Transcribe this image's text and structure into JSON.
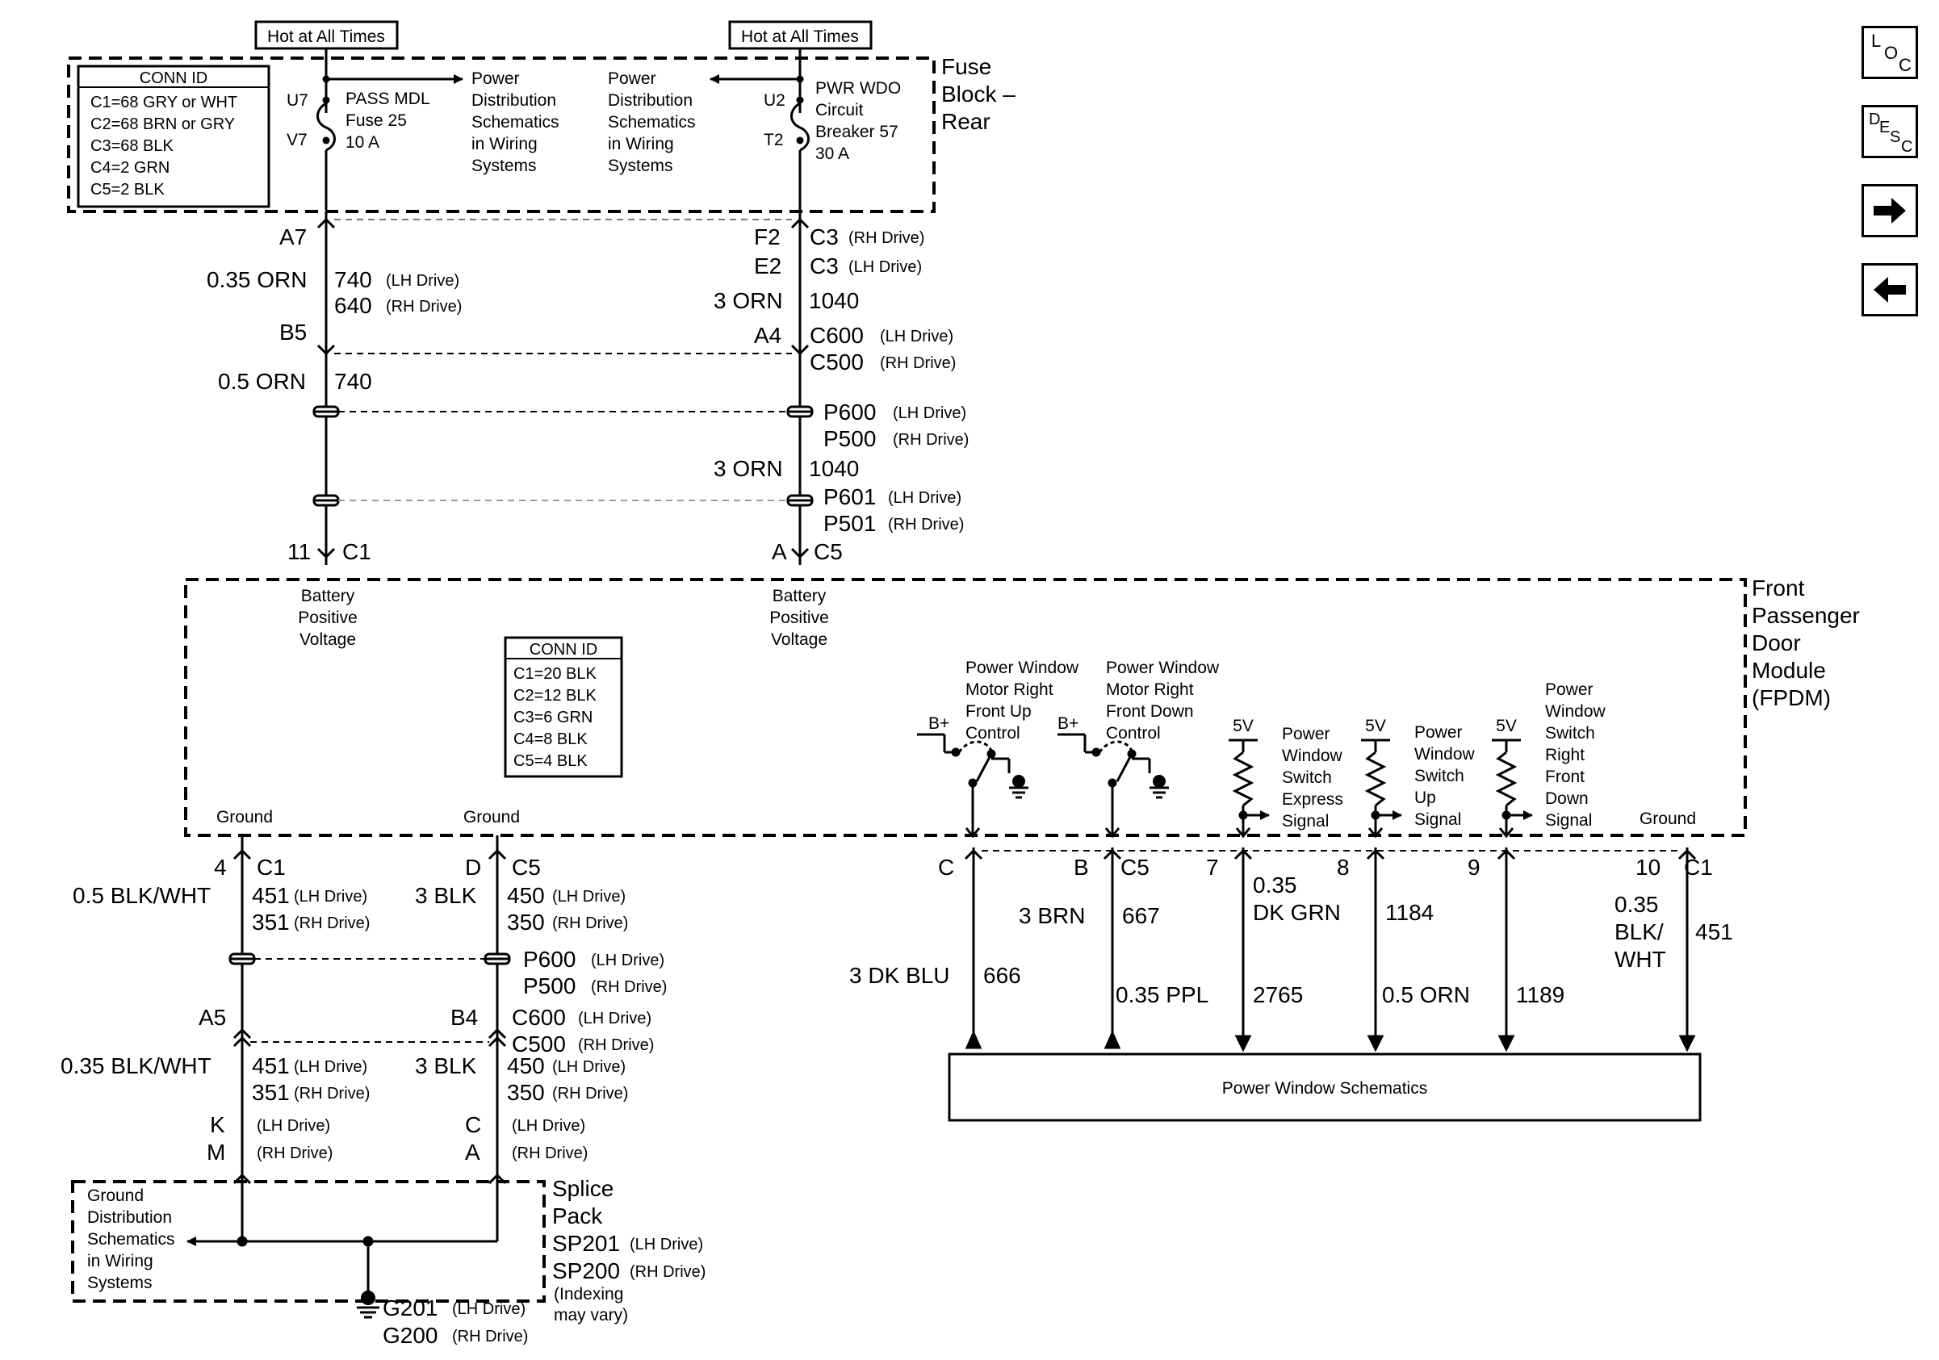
{
  "nav": {
    "loc": "LOC",
    "desc": "DESC"
  },
  "fuse_block": {
    "title": [
      "Fuse",
      "Block –",
      "Rear"
    ],
    "hot1": "Hot at All Times",
    "hot2": "Hot at All Times",
    "conn_id": {
      "title": "CONN ID",
      "items": [
        "C1=68 GRY or WHT",
        "C2=68 BRN or GRY",
        "C3=68 BLK",
        "C4=2 GRN",
        "C5=2 BLK"
      ]
    },
    "left_fuse": {
      "top_pin": "U7",
      "bottom_pin": "V7",
      "lines": [
        "PASS MDL",
        "Fuse 25",
        "10 A"
      ]
    },
    "right_fuse": {
      "top_pin": "U2",
      "bottom_pin": "T2",
      "lines": [
        "PWR WDO",
        "Circuit",
        "Breaker 57",
        "30 A"
      ]
    },
    "pds_left": [
      "Power",
      "Distribution",
      "Schematics",
      "in Wiring",
      "Systems"
    ],
    "pds_right": [
      "Power",
      "Distribution",
      "Schematics",
      "in Wiring",
      "Systems"
    ]
  },
  "upper_left": {
    "pin_a7": "A7",
    "wire1": "0.35 ORN",
    "circ1": "740",
    "circ1_note": "(LH Drive)",
    "circ1b": "640",
    "circ1b_note": "(RH Drive)",
    "pin_b5": "B5",
    "wire2": "0.5 ORN",
    "circ2": "740",
    "pin_11": "11",
    "conn_c1": "C1"
  },
  "upper_right": {
    "pin_f2": "F2",
    "conn_c3a": "C3",
    "note_c3a": "(RH Drive)",
    "pin_e2": "E2",
    "conn_c3b": "C3",
    "note_c3b": "(LH Drive)",
    "wire1": "3 ORN",
    "circ1": "1040",
    "pin_a4": "A4",
    "c600": "C600",
    "c600_note": "(LH Drive)",
    "c500": "C500",
    "c500_note": "(RH Drive)",
    "p600": "P600",
    "p600_note": "(LH Drive)",
    "p500": "P500",
    "p500_note": "(RH Drive)",
    "wire2": "3 ORN",
    "circ2": "1040",
    "p601": "P601",
    "p601_note": "(LH Drive)",
    "p501": "P501",
    "p501_note": "(RH Drive)",
    "pin_a": "A",
    "conn_c5": "C5"
  },
  "fpdm": {
    "title": [
      "Front",
      "Passenger",
      "Door",
      "Module",
      "(FPDM)"
    ],
    "bpv_left": [
      "Battery",
      "Positive",
      "Voltage"
    ],
    "bpv_right": [
      "Battery",
      "Positive",
      "Voltage"
    ],
    "conn_id": {
      "title": "CONN ID",
      "items": [
        "C1=20 BLK",
        "C2=12 BLK",
        "C3=6 GRN",
        "C4=8 BLK",
        "C5=4 BLK"
      ]
    },
    "ground1": "Ground",
    "ground2": "Ground",
    "ground3": "Ground",
    "up_ctrl": [
      "Power Window",
      "Motor Right",
      "Front Up",
      "Control"
    ],
    "down_ctrl": [
      "Power Window",
      "Motor Right",
      "Front Down",
      "Control"
    ],
    "bplus": "B+",
    "v5": "5V",
    "express": [
      "Power",
      "Window",
      "Switch",
      "Express",
      "Signal"
    ],
    "sw_up": [
      "Power",
      "Window",
      "Switch",
      "Up",
      "Signal"
    ],
    "sw_down": [
      "Power",
      "Window",
      "Switch",
      "Right",
      "Front",
      "Down",
      "Signal"
    ]
  },
  "lower_left": {
    "pin_4": "4",
    "conn_c1": "C1",
    "wire1": "0.5 BLK/WHT",
    "circ451": "451",
    "note451": "(LH Drive)",
    "circ351": "351",
    "note351": "(RH Drive)",
    "pin_a5": "A5",
    "wire2": "0.35 BLK/WHT",
    "circ451b": "451",
    "note451b": "(LH Drive)",
    "circ351b": "351",
    "note351b": "(RH Drive)",
    "pin_k": "K",
    "note_k": "(LH Drive)",
    "pin_m": "M",
    "note_m": "(RH Drive)"
  },
  "lower_mid": {
    "pin_d": "D",
    "conn_c5": "C5",
    "wire1": "3 BLK",
    "circ450": "450",
    "note450": "(LH Drive)",
    "circ350": "350",
    "note350": "(RH Drive)",
    "p600": "P600",
    "p600_note": "(LH Drive)",
    "p500": "P500",
    "p500_note": "(RH Drive)",
    "pin_b4": "B4",
    "c600": "C600",
    "c600_note": "(LH Drive)",
    "c500": "C500",
    "c500_note": "(RH Drive)",
    "wire2": "3 BLK",
    "circ450b": "450",
    "note450b": "(LH Drive)",
    "circ350b": "350",
    "note350b": "(RH Drive)",
    "pin_c": "C",
    "note_c": "(LH Drive)",
    "pin_a": "A",
    "note_a": "(RH Drive)"
  },
  "splice": {
    "gds": [
      "Ground",
      "Distribution",
      "Schematics",
      "in Wiring",
      "Systems"
    ],
    "title": [
      "Splice",
      "Pack"
    ],
    "sp201": "SP201",
    "sp201_note": "(LH Drive)",
    "sp200": "SP200",
    "sp200_note": "(RH Drive)",
    "index": [
      "(Indexing",
      "may vary)"
    ],
    "g201": "G201",
    "g201_note": "(LH Drive)",
    "g200": "G200",
    "g200_note": "(RH Drive)"
  },
  "window": {
    "pin_c": "C",
    "pin_b": "B",
    "conn_c5": "C5",
    "pin_7": "7",
    "pin_8": "8",
    "pin_9": "9",
    "pin_10": "10",
    "conn_c1": "C1",
    "w666": "3 DK BLU",
    "c666": "666",
    "w667": "3 BRN",
    "c667": "667",
    "w2765": "0.35 PPL",
    "c2765": "2765",
    "w1184a": "0.35",
    "w1184b": "DK GRN",
    "c1184": "1184",
    "w1189": "0.5 ORN",
    "c1189": "1189",
    "w451a": "0.35",
    "w451b": "BLK/",
    "w451c": "WHT",
    "c451": "451",
    "box": "Power Window Schematics"
  }
}
